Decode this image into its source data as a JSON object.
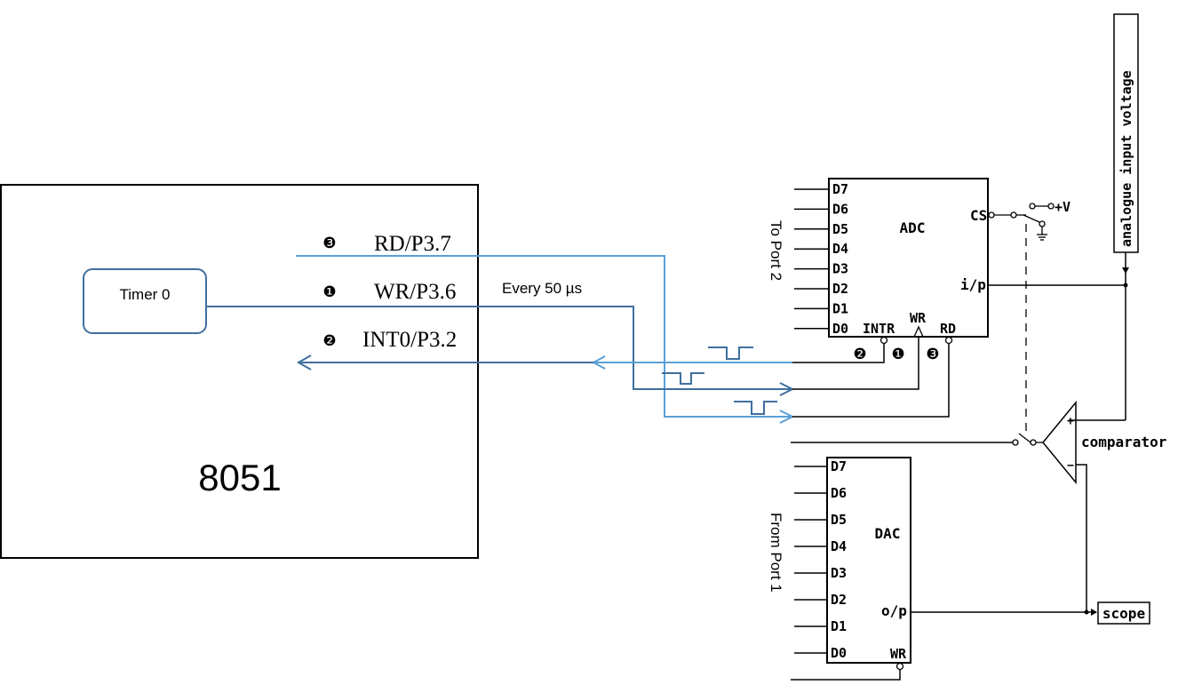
{
  "mcu": {
    "label": "8051",
    "timer_label": "Timer 0",
    "rd_pin": "RD/P3.7",
    "wr_pin": "WR/P3.6",
    "int_pin": "INT0/P3.2",
    "rd_marker": "❸",
    "wr_marker": "❶",
    "int_marker": "❷",
    "timer_period": "Every 50 µs"
  },
  "adc": {
    "label": "ADC",
    "port_label": "To Port 2",
    "data_pins": [
      "D7",
      "D6",
      "D5",
      "D4",
      "D3",
      "D2",
      "D1",
      "D0"
    ],
    "cs": "CS",
    "input": "i/p",
    "intr": "INTR",
    "wr": "WR",
    "rd": "RD",
    "supply": "+V",
    "markers": [
      "❷",
      "❶",
      "❸"
    ]
  },
  "dac": {
    "label": "DAC",
    "port_label": "From Port 1",
    "data_pins": [
      "D7",
      "D6",
      "D5",
      "D4",
      "D3",
      "D2",
      "D1",
      "D0"
    ],
    "output": "o/p",
    "wr": "WR"
  },
  "comparator": {
    "label": "comparator",
    "plus": "+",
    "minus": "−"
  },
  "analogue_input_label": "analogue input voltage",
  "scope_label": "scope",
  "colors": {
    "wire_blue": "#3f6f9e",
    "wire_light": "#5aa0d8",
    "ink": "#000000"
  }
}
